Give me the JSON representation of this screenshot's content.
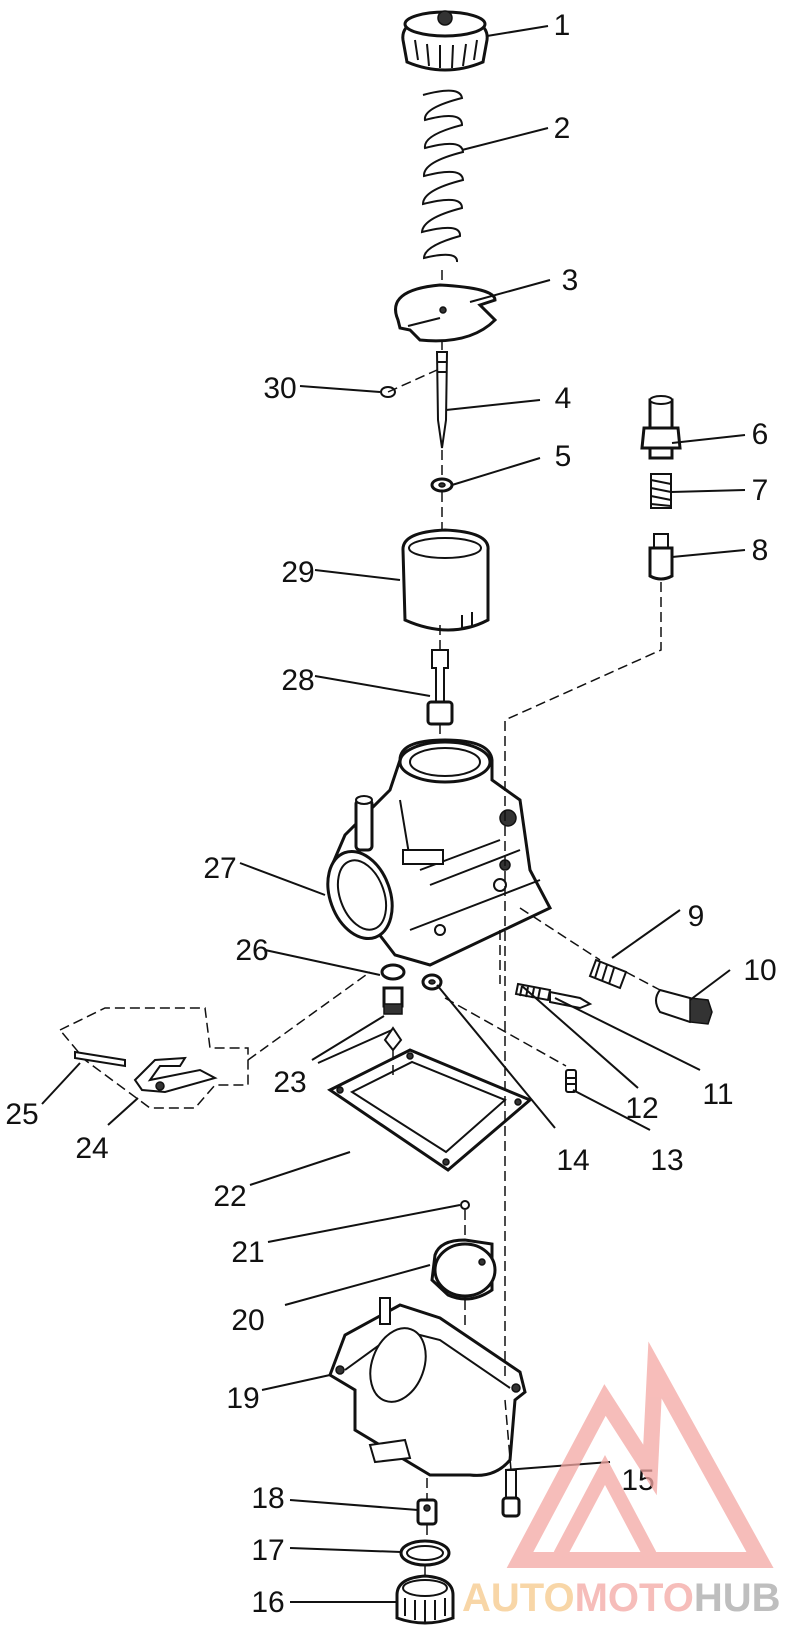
{
  "callouts": [
    {
      "id": "1",
      "label": "1"
    },
    {
      "id": "2",
      "label": "2"
    },
    {
      "id": "3",
      "label": "3"
    },
    {
      "id": "4",
      "label": "4"
    },
    {
      "id": "5",
      "label": "5"
    },
    {
      "id": "6",
      "label": "6"
    },
    {
      "id": "7",
      "label": "7"
    },
    {
      "id": "8",
      "label": "8"
    },
    {
      "id": "9",
      "label": "9"
    },
    {
      "id": "10",
      "label": "10"
    },
    {
      "id": "11",
      "label": "11"
    },
    {
      "id": "12",
      "label": "12"
    },
    {
      "id": "13",
      "label": "13"
    },
    {
      "id": "14",
      "label": "14"
    },
    {
      "id": "15",
      "label": "15"
    },
    {
      "id": "16",
      "label": "16"
    },
    {
      "id": "17",
      "label": "17"
    },
    {
      "id": "18",
      "label": "18"
    },
    {
      "id": "19",
      "label": "19"
    },
    {
      "id": "20",
      "label": "20"
    },
    {
      "id": "21",
      "label": "21"
    },
    {
      "id": "22",
      "label": "22"
    },
    {
      "id": "23",
      "label": "23"
    },
    {
      "id": "24",
      "label": "24"
    },
    {
      "id": "25",
      "label": "25"
    },
    {
      "id": "26",
      "label": "26"
    },
    {
      "id": "27",
      "label": "27"
    },
    {
      "id": "28",
      "label": "28"
    },
    {
      "id": "29",
      "label": "29"
    },
    {
      "id": "30",
      "label": "30"
    }
  ],
  "watermark": {
    "part1": "AUTO",
    "part2": "MOTO",
    "part3": "HUB",
    "color_main": "#f4a7a3",
    "color_accent": "#f6c98a",
    "color_dark": "#a9a9a9"
  }
}
